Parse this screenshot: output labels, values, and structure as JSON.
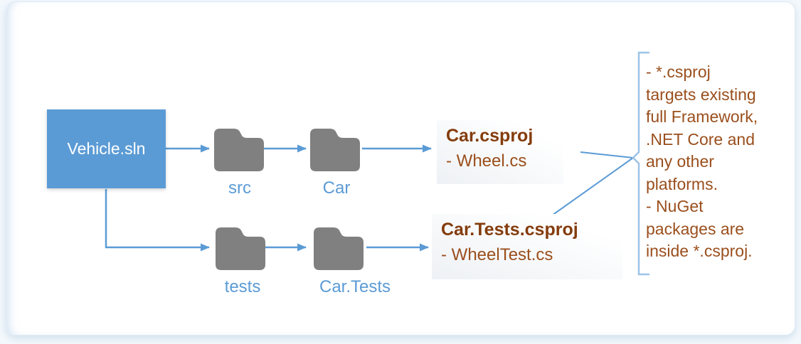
{
  "diagram": {
    "solution": {
      "label": "Vehicle.sln"
    },
    "top_row": {
      "folders": [
        {
          "label": "src"
        },
        {
          "label": "Car"
        }
      ],
      "project": {
        "title": "Car.csproj",
        "item": "- Wheel.cs"
      }
    },
    "bottom_row": {
      "folders": [
        {
          "label": "tests"
        },
        {
          "label": "Car.Tests"
        }
      ],
      "project": {
        "title": "Car.Tests.csproj",
        "item": "- WheelTest.cs"
      }
    },
    "note": {
      "bullets": [
        "- *.csproj targets existing full Framework, .NET Core and any other platforms.",
        "- NuGet packages are inside *.csproj."
      ],
      "lines": [
        "- *.csproj",
        "targets existing",
        "full Framework,",
        ".NET Core and",
        "any other",
        "platforms.",
        "- NuGet",
        "packages are",
        "inside *.csproj."
      ]
    },
    "colors": {
      "accent_blue": "#5B9BD5",
      "bracket_blue": "#9DC3E6",
      "folder_gray": "#808080",
      "brown_dark": "#843C0C",
      "brown_mid": "#9A4F1D"
    }
  }
}
